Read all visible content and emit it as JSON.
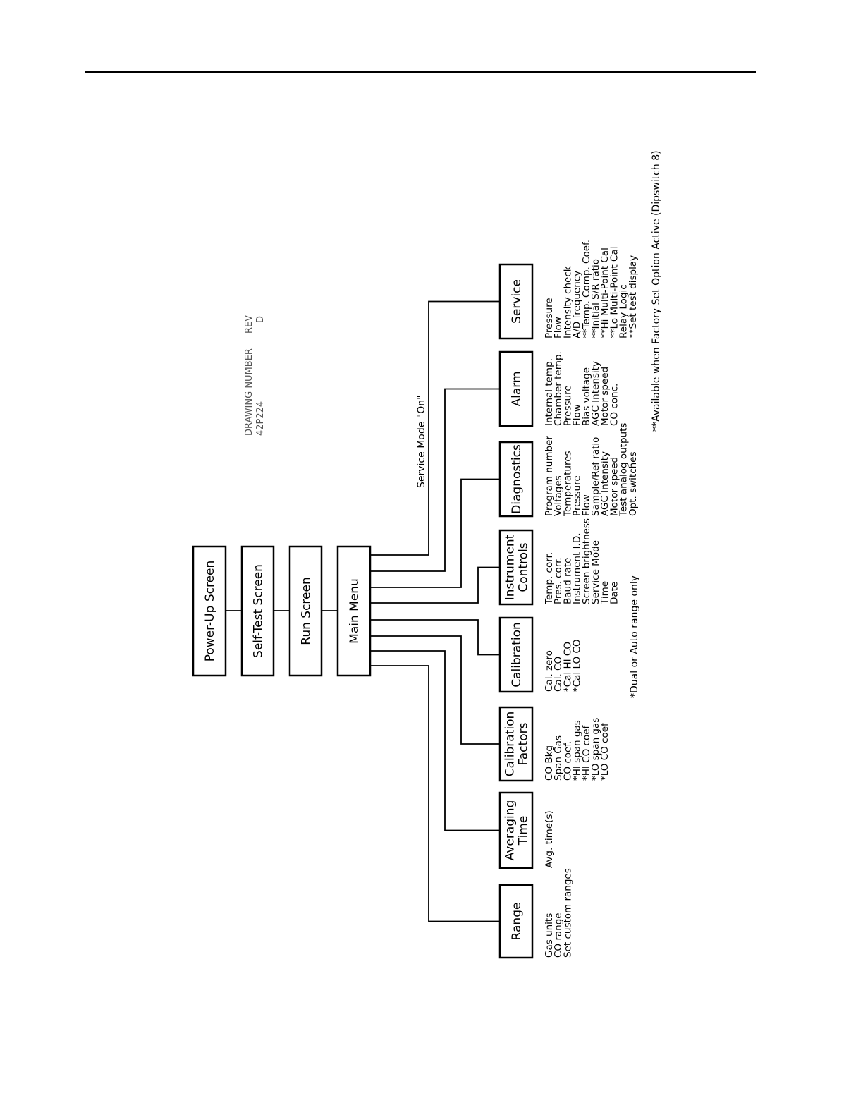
{
  "drawing": {
    "number_label": "DRAWING NUMBER",
    "number": "42P224",
    "rev_label": "REV",
    "rev": "D"
  },
  "chain": [
    "Power-Up Screen",
    "Self-Test Screen",
    "Run Screen",
    "Main Menu"
  ],
  "service_mode_label": "Service Mode \"On\"",
  "menus": [
    {
      "lines": [
        "Range"
      ],
      "items": [
        "Gas units",
        "CO range",
        "Set custom ranges"
      ]
    },
    {
      "lines": [
        "Averaging",
        "Time"
      ],
      "items": [
        "Avg. time(s)"
      ]
    },
    {
      "lines": [
        "Calibration",
        "Factors"
      ],
      "items": [
        "CO Bkg",
        "Span Gas",
        "CO coef.",
        "*HI span gas",
        "*HI CO coef",
        "*LO span gas",
        "*LO CO coef"
      ]
    },
    {
      "lines": [
        "Calibration"
      ],
      "items": [
        "Cal. zero",
        "Cal. CO",
        "*Cal HI CO",
        "*Cal LO CO"
      ]
    },
    {
      "lines": [
        "Instrument",
        "Controls"
      ],
      "items": [
        "Temp. corr.",
        "Pres. corr.",
        "Baud rate",
        "Instrument I.D.",
        "Screen brightness",
        "Service Mode",
        "Time",
        "Date"
      ]
    },
    {
      "lines": [
        "Diagnostics"
      ],
      "items": [
        "Program number",
        "Voltages",
        "Temperatures",
        "Pressure",
        "Flow",
        "Sample/Ref ratio",
        "AGC Intensity",
        "Motor speed",
        "Test analog outputs",
        "Opt. switches"
      ]
    },
    {
      "lines": [
        "Alarm"
      ],
      "items": [
        "Internal temp.",
        "Chamber temp.",
        "Pressure",
        "Flow",
        "Bias voltage",
        "AGC Intensity",
        "Motor speed",
        "CO conc."
      ]
    },
    {
      "lines": [
        "Service"
      ],
      "items": [
        "Pressure",
        "Flow",
        "Intensity check",
        "A/D frequency",
        "**Temp. Comp. Coef.",
        "**Initial S/R ratio",
        "**Hi Multi-Point Cal",
        "**Lo Multi-Point Cal",
        "Relay Logic",
        "**Set test display"
      ]
    }
  ],
  "notes": {
    "dual_auto": "*Dual or Auto range only",
    "factory": "**Available when Factory Set Option Active (Dipswitch 8)"
  }
}
